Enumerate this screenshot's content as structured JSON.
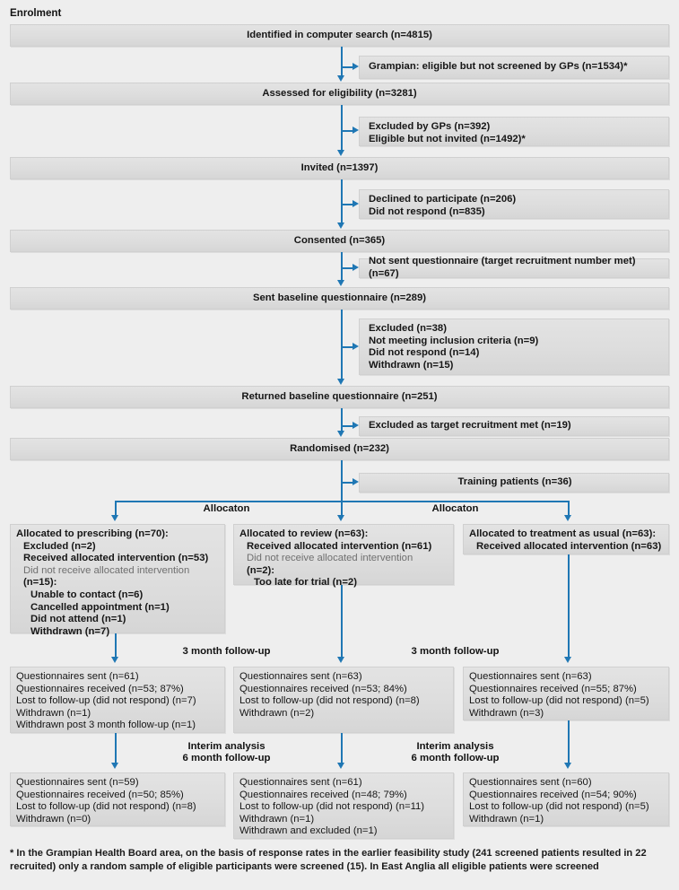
{
  "figure": {
    "title": "Enrolment",
    "footnote": "* In the Grampian Health Board area, on the basis of response rates in the earlier feasibility study (241 screened patients resulted in 22 recruited) only a random sample of eligible participants were screened (15). In East Anglia all eligible patients were screened",
    "accent_color": "#1f77b4",
    "box_color": "#dddddd",
    "background_color": "#eeeeee"
  },
  "main_boxes": {
    "identified": "Identified in computer search (n=4815)",
    "assessed": "Assessed for eligibility (n=3281)",
    "invited": "Invited (n=1397)",
    "consented": "Consented (n=365)",
    "sent_baseline": "Sent baseline questionnaire (n=289)",
    "returned_baseline": "Returned baseline questionnaire (n=251)",
    "randomised": "Randomised (n=232)"
  },
  "side_boxes": {
    "grampian": "Grampian: eligible but not screened by GPs (n=1534)*",
    "excluded_gps": [
      "Excluded by GPs (n=392)",
      "Eligible but not invited (n=1492)*"
    ],
    "declined": [
      "Declined to participate (n=206)",
      "Did not respond (n=835)"
    ],
    "not_sent": "Not sent questionnaire (target recruitment number met) (n=67)",
    "excluded_38": [
      "Excluded (n=38)",
      "Not meeting inclusion criteria (n=9)",
      "Did not respond (n=14)",
      "Withdrawn (n=15)"
    ],
    "excluded_target": "Excluded as target recruitment met (n=19)",
    "training": "Training patients (n=36)"
  },
  "phase_labels": {
    "allocation_left": "Allocaton",
    "allocation_right": "Allocaton",
    "followup3_left": "3 month follow-up",
    "followup3_right": "3 month follow-up",
    "interim_left_1": "Interim analysis",
    "interim_left_2": "6 month follow-up",
    "interim_right_1": "Interim analysis",
    "interim_right_2": "6 month follow-up"
  },
  "arms": [
    {
      "name": "prescribing",
      "allocation": [
        {
          "text": "Allocated to prescribing (n=70):",
          "indent": 0,
          "dim": false
        },
        {
          "text": "Excluded (n=2)",
          "indent": 1,
          "dim": false
        },
        {
          "text": "Received allocated intervention (n=53)",
          "indent": 1,
          "dim": false
        },
        {
          "text": "Did not receive allocated intervention",
          "indent": 1,
          "dim": true
        },
        {
          "text": "(n=15):",
          "indent": 1,
          "dim": false
        },
        {
          "text": "Unable to contact (n=6)",
          "indent": 2,
          "dim": false
        },
        {
          "text": "Cancelled appointment (n=1)",
          "indent": 2,
          "dim": false
        },
        {
          "text": "Did not attend (n=1)",
          "indent": 2,
          "dim": false
        },
        {
          "text": "Withdrawn (n=7)",
          "indent": 2,
          "dim": false
        }
      ],
      "followup3": [
        "Questionnaires sent (n=61)",
        "Questionnaires received (n=53; 87%)",
        "Lost to follow-up (did not respond) (n=7)",
        "Withdrawn (n=1)",
        "Withdrawn post 3 month follow-up (n=1)"
      ],
      "followup6": [
        "Questionnaires sent (n=59)",
        "Questionnaires received (n=50; 85%)",
        "Lost to follow-up (did not respond) (n=8)",
        "Withdrawn (n=0)"
      ]
    },
    {
      "name": "review",
      "allocation": [
        {
          "text": "Allocated to review (n=63):",
          "indent": 0,
          "dim": false
        },
        {
          "text": "Received allocated intervention (n=61)",
          "indent": 1,
          "dim": false
        },
        {
          "text": "Did not receive allocated intervention",
          "indent": 1,
          "dim": true
        },
        {
          "text": "(n=2):",
          "indent": 1,
          "dim": false
        },
        {
          "text": "Too late for trial (n=2)",
          "indent": 2,
          "dim": false
        }
      ],
      "followup3": [
        "Questionnaires sent (n=63)",
        "Questionnaires received (n=53; 84%)",
        "Lost to follow-up (did not respond) (n=8)",
        "Withdrawn (n=2)"
      ],
      "followup6": [
        "Questionnaires sent (n=61)",
        "Questionnaires received (n=48; 79%)",
        "Lost to follow-up (did not respond) (n=11)",
        "Withdrawn (n=1)",
        "Withdrawn and excluded (n=1)"
      ]
    },
    {
      "name": "treatment-as-usual",
      "allocation": [
        {
          "text": "Allocated to treatment as usual (n=63):",
          "indent": 0,
          "dim": false
        },
        {
          "text": "Received allocated intervention (n=63)",
          "indent": 1,
          "dim": false
        }
      ],
      "followup3": [
        "Questionnaires sent (n=63)",
        "Questionnaires received (n=55; 87%)",
        "Lost to follow-up (did not respond) (n=5)",
        "Withdrawn (n=3)"
      ],
      "followup6": [
        "Questionnaires sent (n=60)",
        "Questionnaires received (n=54; 90%)",
        "Lost to follow-up (did not respond) (n=5)",
        "Withdrawn (n=1)"
      ]
    }
  ]
}
